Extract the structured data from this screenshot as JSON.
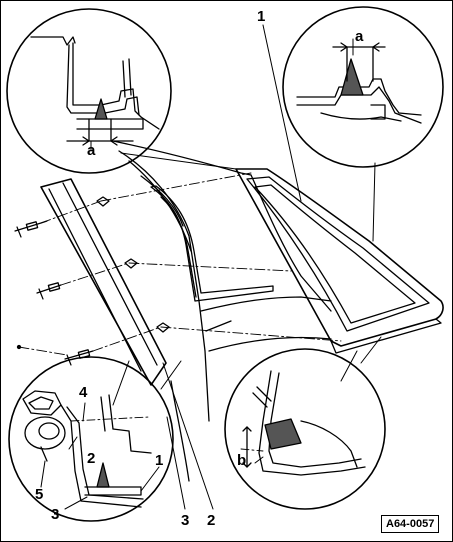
{
  "labels": {
    "dim_a": "a",
    "dim_b": "b",
    "one": "1",
    "two": "2",
    "three": "3",
    "four": "4",
    "five": "5"
  },
  "figure_code": "A64-0057"
}
